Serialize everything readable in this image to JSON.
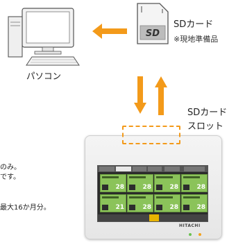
{
  "pc": {
    "label": "パソコン"
  },
  "sd": {
    "label": "SDカード",
    "note": "※現地準備品",
    "card_text": "SD"
  },
  "slot": {
    "label_line1": "SDカード",
    "label_line2": "スロット"
  },
  "screen": {
    "cell_values": [
      "28",
      "28",
      "28",
      "28",
      "21",
      "28",
      "28",
      "28"
    ]
  },
  "device": {
    "brand": "HITACHI"
  },
  "cutoff_text": {
    "line1": "のみ。",
    "line2": "です。",
    "line3": "最大16か月分。"
  },
  "colors": {
    "arrow": "#f39a1a",
    "slot_dash": "#f39a1a",
    "cell_green": "#8bc35a"
  }
}
